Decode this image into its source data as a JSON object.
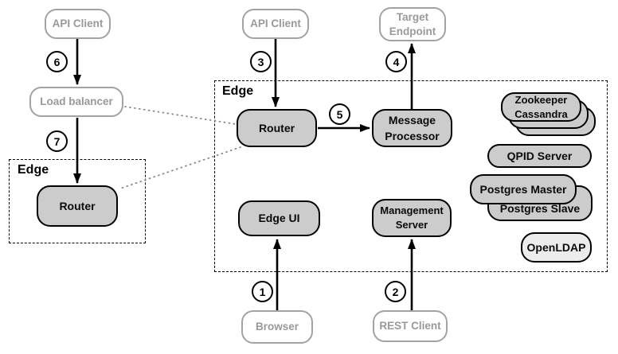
{
  "edge_groups": {
    "main": {
      "label": "Edge"
    },
    "left": {
      "label": "Edge"
    }
  },
  "nodes": {
    "api_client_left": {
      "label": "API Client"
    },
    "api_client_center": {
      "label": "API Client"
    },
    "load_balancer": {
      "label": "Load balancer"
    },
    "router_left": {
      "label": "Router"
    },
    "router_main": {
      "label": "Router"
    },
    "message_processor": {
      "label": "Message Processor",
      "lines": [
        "Message",
        "Processor"
      ]
    },
    "target_endpoint": {
      "label": "Target Endpoint",
      "lines": [
        "Target",
        "Endpoint"
      ]
    },
    "edge_ui": {
      "label": "Edge UI"
    },
    "management_server": {
      "label": "Management Server",
      "lines": [
        "Management",
        "Server"
      ]
    },
    "browser": {
      "label": "Browser"
    },
    "rest_client": {
      "label": "REST Client"
    },
    "zookeeper_cassandra": {
      "label": "Zookeeper Cassandra",
      "lines": [
        "Zookeeper",
        "Cassandra"
      ]
    },
    "qpid_server": {
      "label": "QPID Server"
    },
    "postgres_master": {
      "label": "Postgres Master"
    },
    "postgres_slave": {
      "label": "Postgres Slave"
    },
    "openldap": {
      "label": "OpenLDAP"
    }
  },
  "connections": [
    {
      "step": "1",
      "from": "browser",
      "to": "edge_ui",
      "style": "solid-arrow"
    },
    {
      "step": "2",
      "from": "rest_client",
      "to": "management_server",
      "style": "solid-arrow"
    },
    {
      "step": "3",
      "from": "api_client_center",
      "to": "router_main",
      "style": "solid-arrow"
    },
    {
      "step": "4",
      "from": "message_processor",
      "to": "target_endpoint",
      "style": "solid-arrow"
    },
    {
      "step": "5",
      "from": "router_main",
      "to": "message_processor",
      "style": "solid-arrow"
    },
    {
      "step": "6",
      "from": "api_client_left",
      "to": "load_balancer",
      "style": "solid-arrow"
    },
    {
      "step": "7",
      "from": "load_balancer",
      "to": "router_left",
      "style": "solid-arrow"
    },
    {
      "from": "load_balancer",
      "to": "router_main",
      "style": "dotted"
    },
    {
      "from": "router_main",
      "to": "router_left",
      "style": "dotted"
    }
  ],
  "colors": {
    "node_fill": "#cccccc",
    "node_fill_light": "#ececec",
    "node_border": "#000000",
    "client_border": "#a3a3a3",
    "client_text": "#999999",
    "dotted_line": "#8a8a8a",
    "background": "#ffffff"
  }
}
